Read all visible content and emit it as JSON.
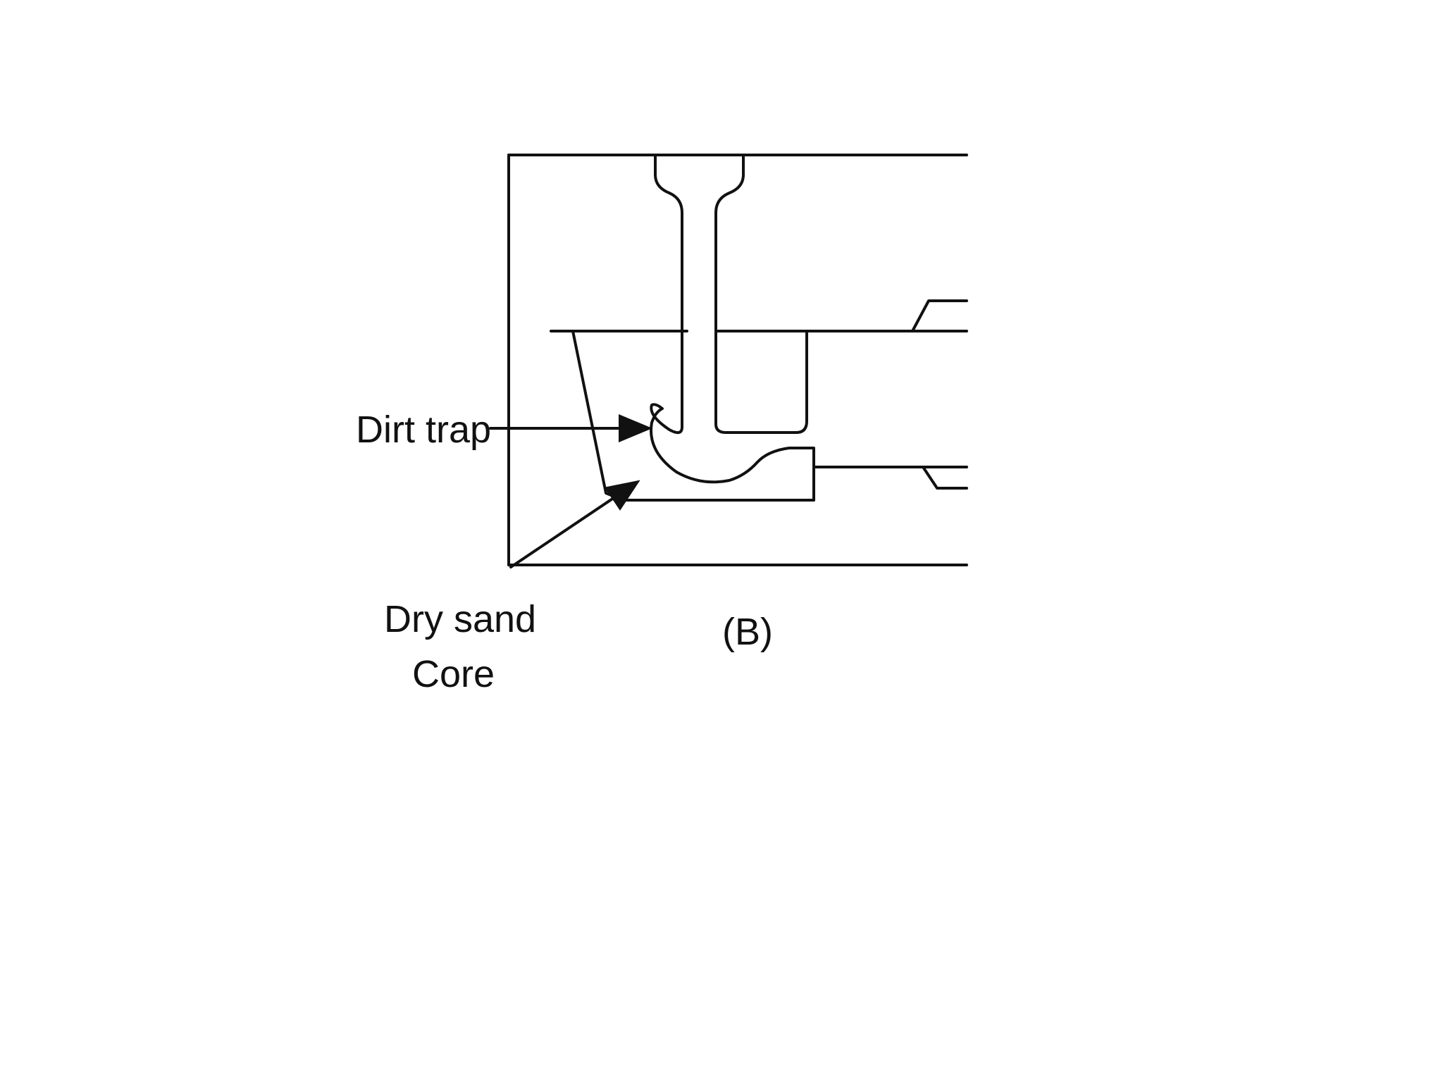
{
  "labels": {
    "dirt_trap": "Dirt trap",
    "dry_sand_line1": "Dry sand",
    "dry_sand_line2": "Core",
    "figure_id": "(B)"
  },
  "colors": {
    "ink": "#111111",
    "background": "#ffffff"
  }
}
